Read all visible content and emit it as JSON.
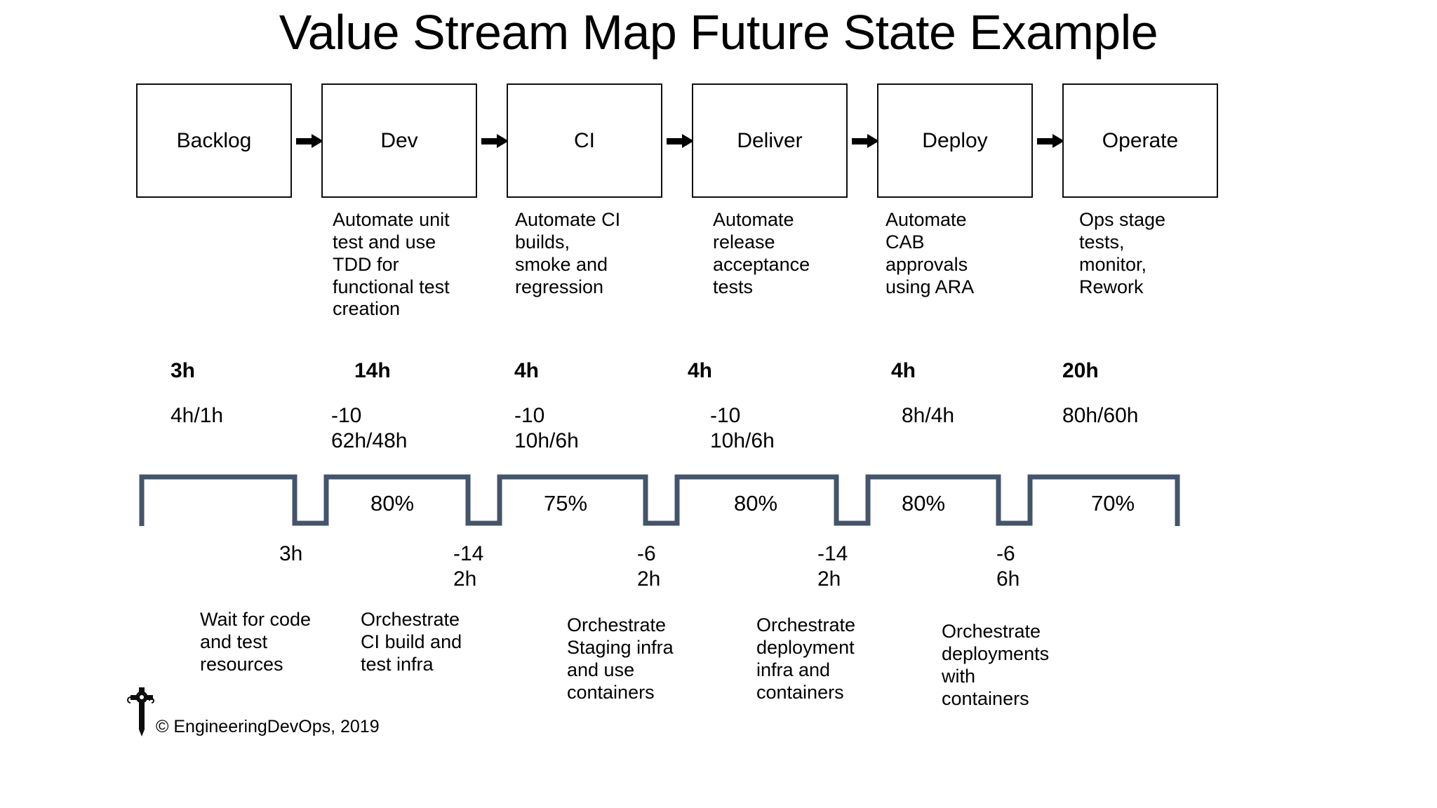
{
  "title": "Value Stream Map Future State Example",
  "stages": [
    {
      "name": "Backlog",
      "description": "",
      "lead_time": "3h",
      "metrics": "4h/1h"
    },
    {
      "name": "Dev",
      "description": "Automate unit\ntest and use\nTDD for\nfunctional  test\ncreation",
      "lead_time": "14h",
      "metrics": "-10\n62h/48h"
    },
    {
      "name": "CI",
      "description": "Automate CI\nbuilds,\nsmoke and\nregression",
      "lead_time": "4h",
      "metrics": "-10\n10h/6h"
    },
    {
      "name": "Deliver",
      "description": "Automate\nrelease\nacceptance\ntests",
      "lead_time": "4h",
      "metrics": "-10\n10h/6h"
    },
    {
      "name": "Deploy",
      "description": "Automate\nCAB\napprovals\nusing ARA",
      "lead_time": "4h",
      "metrics": "8h/4h"
    },
    {
      "name": "Operate",
      "description": "Ops stage\ntests,\nmonitor,\nRework",
      "lead_time": "20h",
      "metrics": "80h/60h"
    }
  ],
  "timeline": {
    "line_color": "#44546A",
    "percent_labels": [
      "80%",
      "75%",
      "80%",
      "80%",
      "70%"
    ],
    "waits": [
      {
        "value": "3h",
        "description": "Wait for code\nand test\nresources"
      },
      {
        "value": "-14\n2h",
        "description": "Orchestrate\nCI build and\ntest infra"
      },
      {
        "value": "-6\n2h",
        "description": "Orchestrate\nStaging infra\nand use\ncontainers"
      },
      {
        "value": "-14\n2h",
        "description": "Orchestrate\ndeployment\ninfra and\ncontainers"
      },
      {
        "value": "-6\n6h",
        "description": "Orchestrate\ndeployments\nwith\ncontainers"
      }
    ]
  },
  "footer": {
    "copyright": "© EngineeringDevOps, 2019",
    "logo": "sword-logo-icon"
  }
}
